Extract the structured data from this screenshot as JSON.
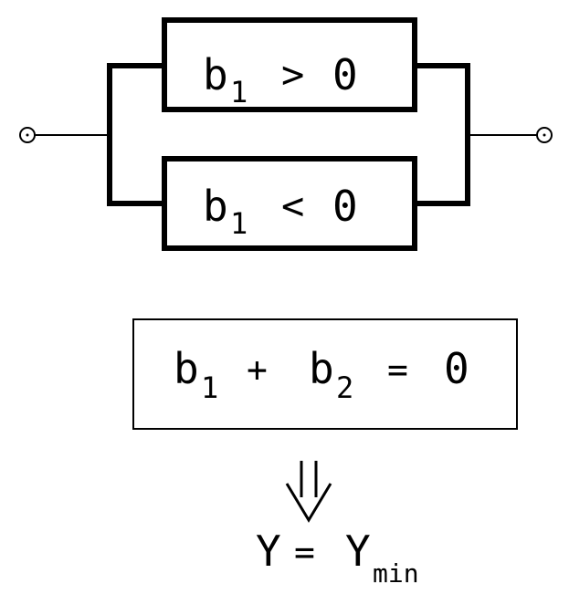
{
  "diagram": {
    "top_box": {
      "symbol": "b",
      "subscript": "1",
      "relation": ">",
      "value": "0"
    },
    "bottom_box": {
      "symbol": "b",
      "subscript": "1",
      "relation": "<",
      "value": "0"
    },
    "equation": {
      "term1_symbol": "b",
      "term1_subscript": "1",
      "operator": "+",
      "term2_symbol": "b",
      "term2_subscript": "2",
      "equals": "=",
      "value": "0"
    },
    "implies_arrow": "⇓",
    "result": {
      "left": "Y",
      "equals": "=",
      "right": "Y",
      "right_subscript": "min"
    }
  }
}
